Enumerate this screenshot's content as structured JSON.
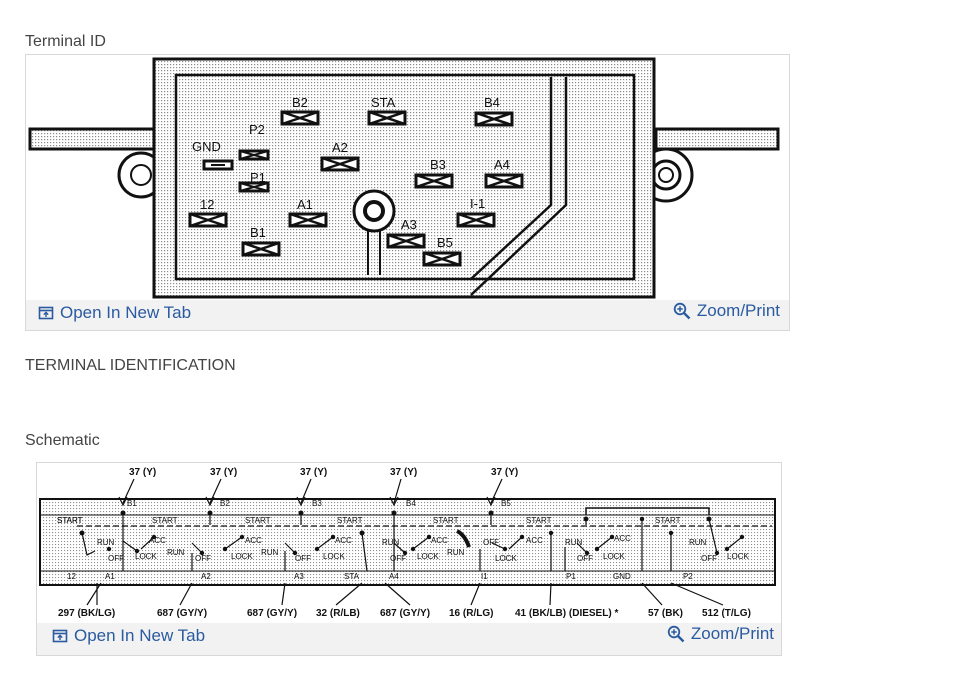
{
  "section1": {
    "heading": "Terminal ID",
    "open_tab_label": "Open In New Tab",
    "zoom_label": "Zoom/Print",
    "terminals": [
      "B2",
      "STA",
      "B4",
      "P2",
      "GND",
      "A2",
      "B3",
      "A4",
      "P1",
      "12",
      "A1",
      "I-1",
      "B1",
      "A3",
      "B5"
    ]
  },
  "caption": "TERMINAL IDENTIFICATION",
  "section2": {
    "heading": "Schematic",
    "open_tab_label": "Open In New Tab",
    "zoom_label": "Zoom/Print",
    "top_wires": [
      "37 (Y)",
      "37 (Y)",
      "37 (Y)",
      "37 (Y)",
      "37 (Y)"
    ],
    "top_terminals": [
      "B1",
      "B2",
      "B3",
      "B4",
      "B5"
    ],
    "position_labels": {
      "start": "START",
      "run": "RUN",
      "acc": "ACC",
      "off": "OFF",
      "lock": "LOCK"
    },
    "bottom_terminals": [
      "12",
      "A1",
      "A2",
      "A3",
      "STA",
      "A4",
      "I1",
      "P1",
      "GND",
      "P2"
    ],
    "bottom_wires": [
      "297 (BK/LG)",
      "687 (GY/Y)",
      "687 (GY/Y)",
      "32 (R/LB)",
      "687 (GY/Y)",
      "16 (R/LG)",
      "41 (BK/LB) (DIESEL) *",
      "57 (BK)",
      "512 (T/LG)"
    ]
  }
}
